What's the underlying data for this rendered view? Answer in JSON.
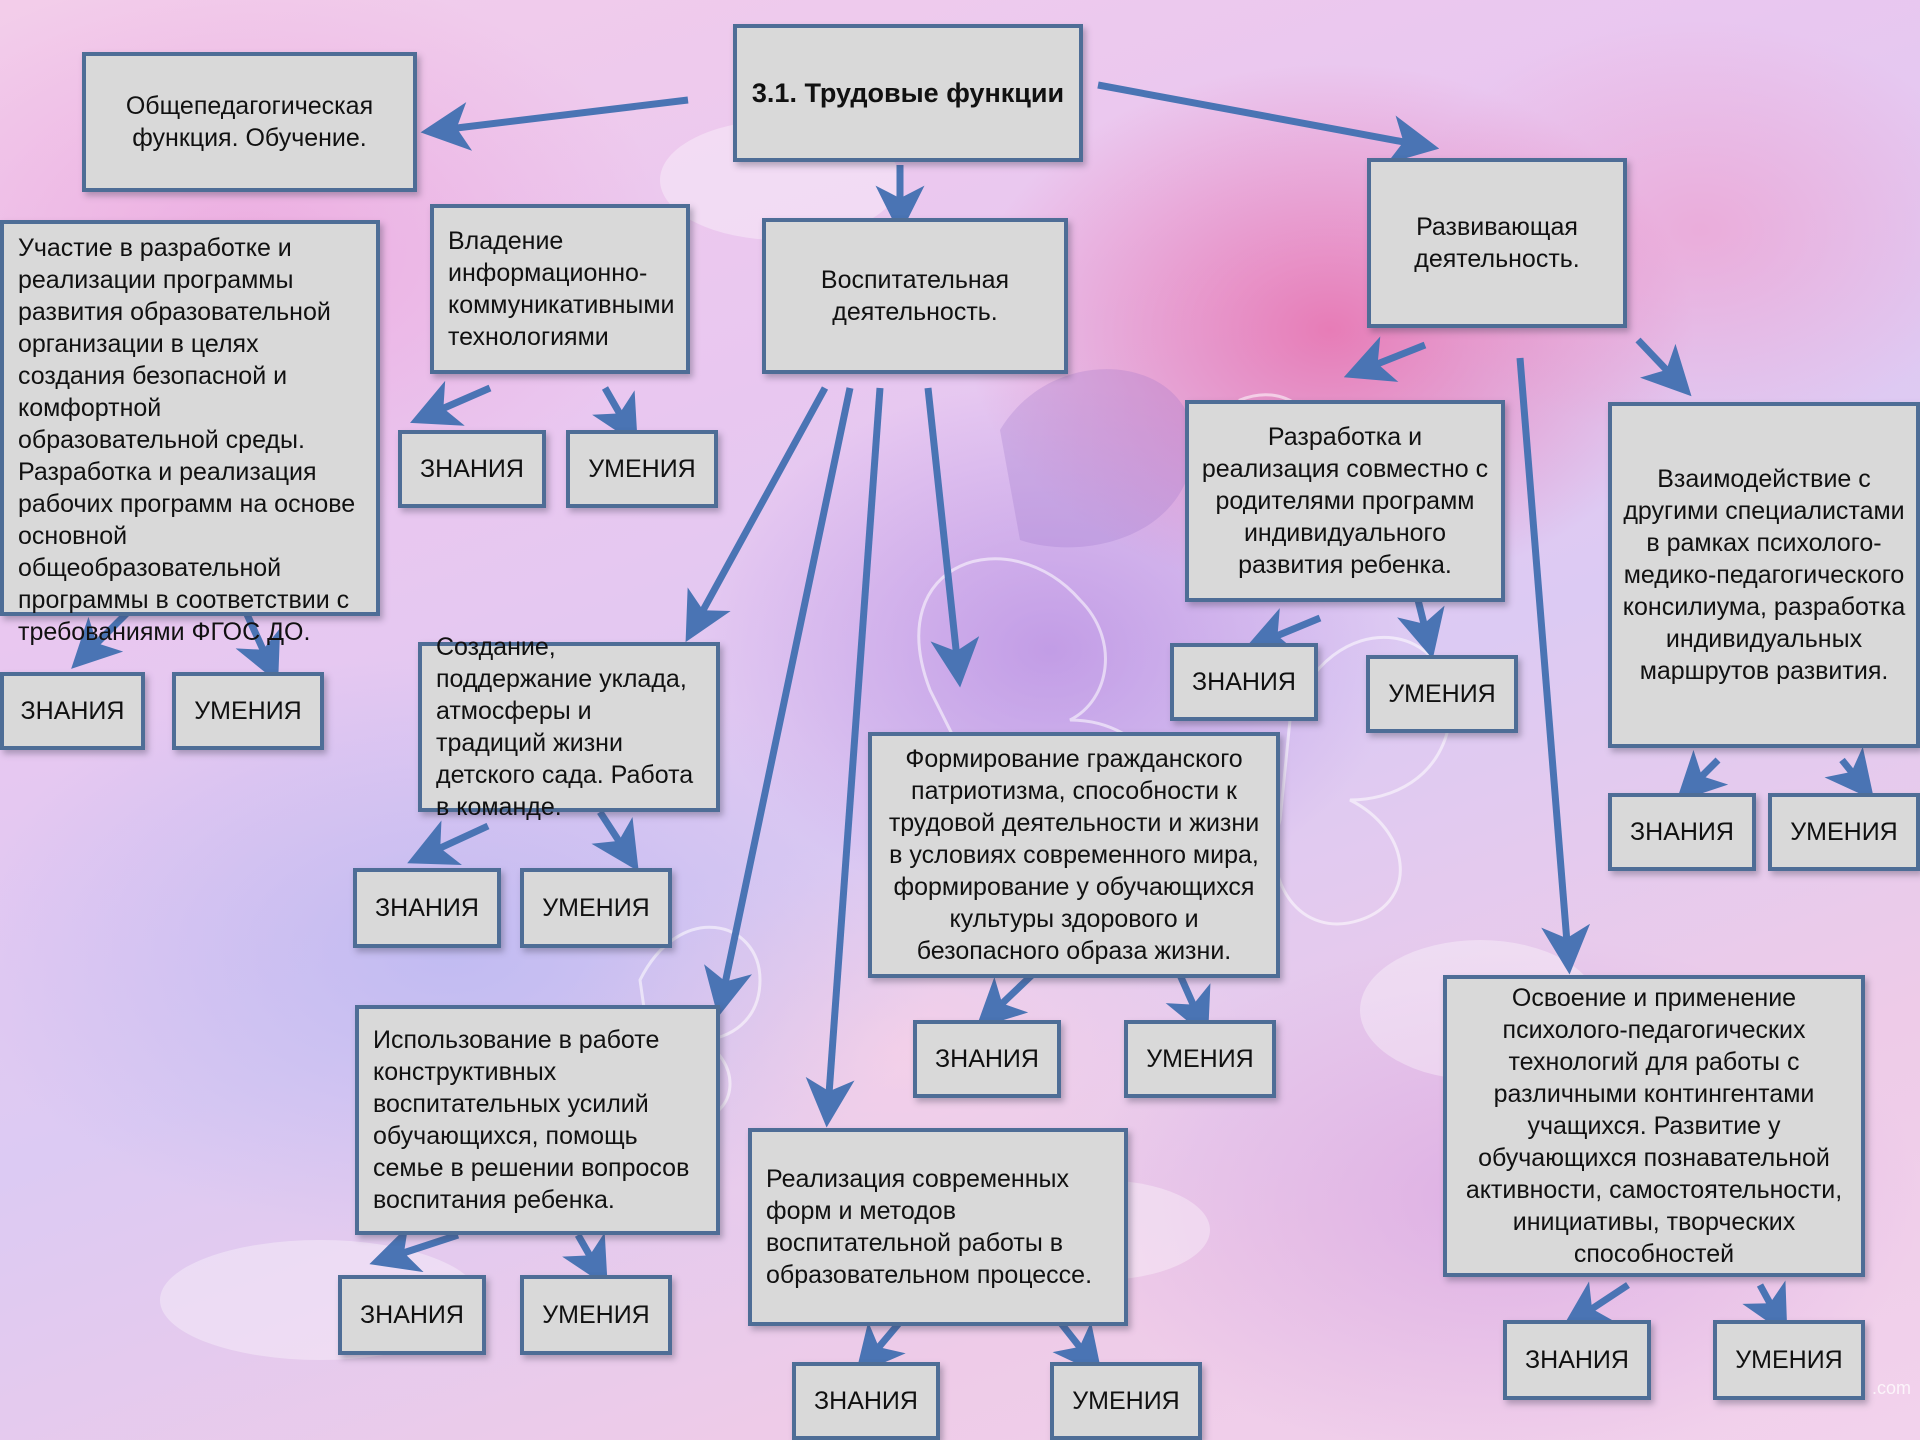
{
  "title": "3.1. Трудовые функции",
  "functions": {
    "general": "Общепедагогическая функция. Обучение.",
    "upbringing": "Воспитательная деятельность.",
    "developing": "Развивающая деятельность."
  },
  "general_items": {
    "program": "Участие в разработке и реализации программы развития образовательной организации в целях создания безопасной и комфортной образовательной среды. Разработка и реализация рабочих программ на основе основной общеобразовательной программы в соответствии с требованиями ФГОС ДО.",
    "ict": "Владение информационно-коммуникативными технологиями"
  },
  "upbringing_items": {
    "culture": "Создание, поддержание уклада, атмосферы и традиций жизни детского сада. Работа в команде.",
    "patriotism": "Формирование гражданского патриотизма, способности к трудовой деятельности и жизни в условиях современного мира, формирование у обучающихся культуры здорового и безопасного образа жизни.",
    "efforts": "Использование в работе конструктивных воспитательных усилий обучающихся, помощь семье в решении вопросов воспитания ребенка.",
    "methods": "Реализация современных форм и методов воспитательной работы в образовательном процессе."
  },
  "developing_items": {
    "parents": "Разработка и реализация совместно с родителями программ индивидуального развития ребенка.",
    "specialists": "Взаимодействие с другими специалистами в рамках психолого-медико-педагогического консилиума, разработка индивидуальных маршрутов развития.",
    "technologies": "Освоение и применение психолого-педагогических технологий для работы с различными контингентами учащихся. Развитие у обучающихся познавательной активности, самостоятельности, инициативы, творческих способностей"
  },
  "labels": {
    "knowledge": "ЗНАНИЯ",
    "skills": "УМЕНИЯ"
  },
  "colors": {
    "box_fill": "#d9d9d9",
    "box_border": "#4e6d96",
    "arrow": "#4a74b4"
  },
  "watermark": ".com"
}
